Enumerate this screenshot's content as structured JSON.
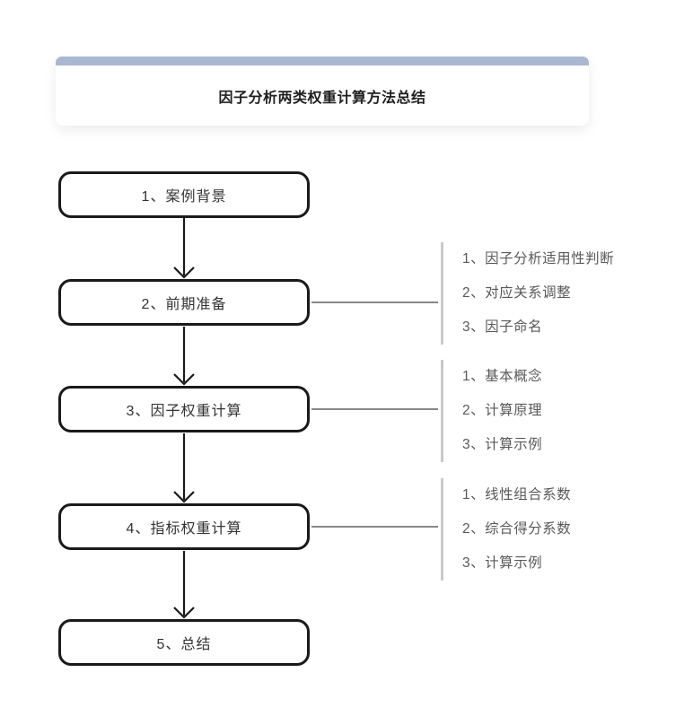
{
  "header": {
    "title": "因子分析两类权重计算方法总结"
  },
  "flowchart": {
    "nodes": [
      {
        "label": "1、案例背景"
      },
      {
        "label": "2、前期准备"
      },
      {
        "label": "3、因子权重计算"
      },
      {
        "label": "4、指标权重计算"
      },
      {
        "label": "5、总结"
      }
    ],
    "sublists": [
      {
        "attached_to": "2、前期准备",
        "items": [
          "1、因子分析适用性判断",
          "2、对应关系调整",
          "3、因子命名"
        ]
      },
      {
        "attached_to": "3、因子权重计算",
        "items": [
          "1、基本概念",
          "2、计算原理",
          "3、计算示例"
        ]
      },
      {
        "attached_to": "4、指标权重计算",
        "items": [
          "1、线性组合系数",
          "2、综合得分系数",
          "3、计算示例"
        ]
      }
    ]
  },
  "colors": {
    "accent_bar": "#a9b8d0",
    "node_border": "#1a1a1a",
    "node_text": "#333333",
    "arrow": "#1a1a1a",
    "connector": "#888888",
    "sublist_rule": "#c9c9c9",
    "sublist_text": "#595959",
    "title_text": "#1f1f1f"
  }
}
